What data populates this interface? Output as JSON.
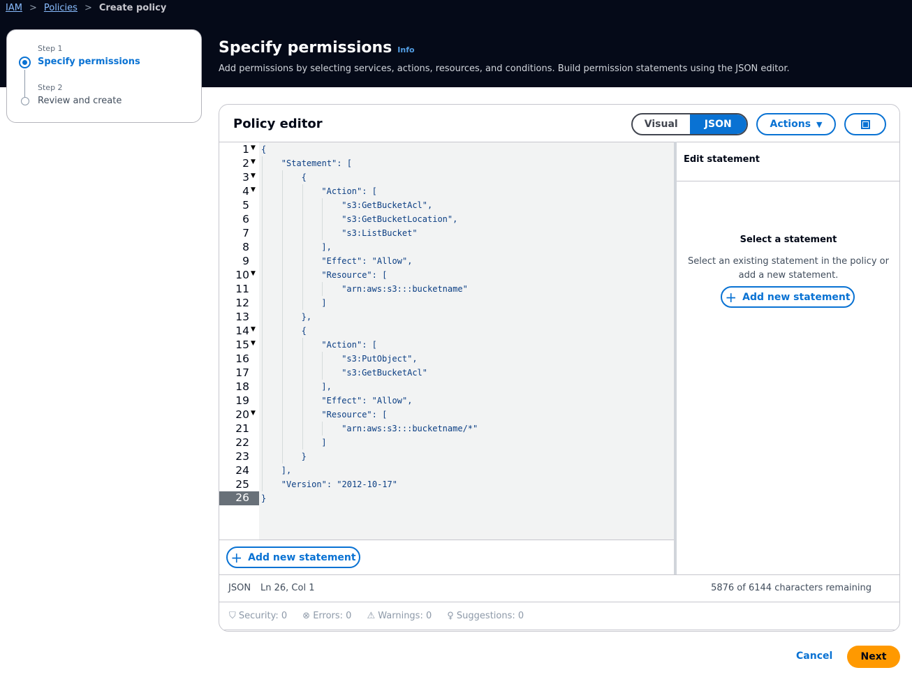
{
  "breadcrumb": {
    "items": [
      "IAM",
      "Policies"
    ],
    "current": "Create policy"
  },
  "steps": [
    {
      "label": "Step 1",
      "name": "Specify permissions",
      "active": true
    },
    {
      "label": "Step 2",
      "name": "Review and create",
      "active": false
    }
  ],
  "page": {
    "title": "Specify permissions",
    "info": "Info",
    "description": "Add permissions by selecting services, actions, resources, and conditions. Build permission statements using the JSON editor."
  },
  "editor": {
    "title": "Policy editor",
    "mode_visual": "Visual",
    "mode_json": "JSON",
    "actions": "Actions",
    "lines": [
      {
        "indent": 0,
        "text": "{",
        "fold": true
      },
      {
        "indent": 1,
        "text": "\"Statement\": [",
        "fold": true
      },
      {
        "indent": 2,
        "text": "{",
        "fold": true
      },
      {
        "indent": 3,
        "text": "\"Action\": [",
        "fold": true
      },
      {
        "indent": 4,
        "text": "\"s3:GetBucketAcl\","
      },
      {
        "indent": 4,
        "text": "\"s3:GetBucketLocation\","
      },
      {
        "indent": 4,
        "text": "\"s3:ListBucket\""
      },
      {
        "indent": 3,
        "text": "],"
      },
      {
        "indent": 3,
        "text": "\"Effect\": \"Allow\","
      },
      {
        "indent": 3,
        "text": "\"Resource\": [",
        "fold": true
      },
      {
        "indent": 4,
        "text": "\"arn:aws:s3:::bucketname\""
      },
      {
        "indent": 3,
        "text": "]"
      },
      {
        "indent": 2,
        "text": "},"
      },
      {
        "indent": 2,
        "text": "{",
        "fold": true
      },
      {
        "indent": 3,
        "text": "\"Action\": [",
        "fold": true
      },
      {
        "indent": 4,
        "text": "\"s3:PutObject\","
      },
      {
        "indent": 4,
        "text": "\"s3:GetBucketAcl\""
      },
      {
        "indent": 3,
        "text": "],"
      },
      {
        "indent": 3,
        "text": "\"Effect\": \"Allow\","
      },
      {
        "indent": 3,
        "text": "\"Resource\": [",
        "fold": true
      },
      {
        "indent": 4,
        "text": "\"arn:aws:s3:::bucketname/*\""
      },
      {
        "indent": 3,
        "text": "]"
      },
      {
        "indent": 2,
        "text": "}"
      },
      {
        "indent": 1,
        "text": "],"
      },
      {
        "indent": 1,
        "text": "\"Version\": \"2012-10-17\""
      },
      {
        "indent": 0,
        "text": "}"
      }
    ],
    "active_line": 26,
    "add_statement": "Add new statement",
    "status_lang": "JSON",
    "status_pos": "Ln 26, Col 1",
    "chars_remaining": "5876 of 6144 characters remaining",
    "lint": {
      "security": "Security: 0",
      "errors": "Errors: 0",
      "warnings": "Warnings: 0",
      "suggestions": "Suggestions: 0"
    }
  },
  "side": {
    "title": "Edit statement",
    "empty_title": "Select a statement",
    "empty_desc": "Select an existing statement in the policy or add a new statement.",
    "add": "Add new statement"
  },
  "footer": {
    "cancel": "Cancel",
    "next": "Next"
  },
  "colors": {
    "accent": "#0972d3",
    "primary_button": "#ff9900",
    "header_bg": "#050a18"
  }
}
